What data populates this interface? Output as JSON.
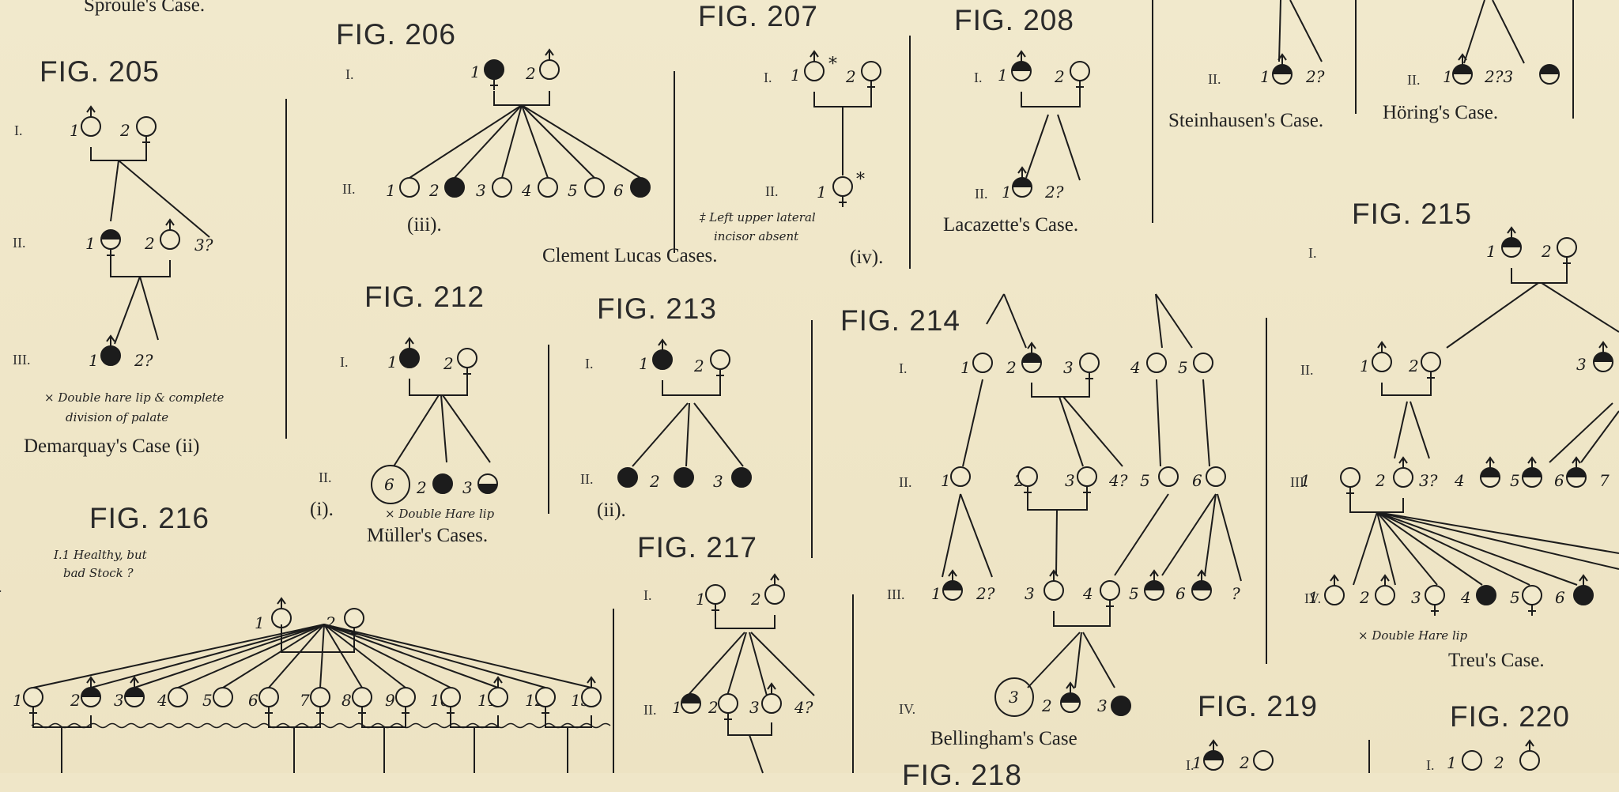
{
  "figures": [
    {
      "key": "f205",
      "title": "FIG. 205",
      "caption": "Demarquay's Case (ii)",
      "notes": [
        "× Double hare lip & complete",
        "division of palate"
      ]
    },
    {
      "key": "f206",
      "title": "FIG. 206",
      "sub": "(iii)."
    },
    {
      "key": "f207",
      "title": "FIG. 207",
      "sub": "(iv).",
      "notes": [
        "‡ Left upper lateral",
        "incisor absent"
      ]
    },
    {
      "key": "f208",
      "title": "FIG. 208",
      "caption": "Lacazette's Case."
    },
    {
      "key": "f212",
      "title": "FIG. 212",
      "sub": "(i).",
      "notes": [
        "× Double Hare lip"
      ]
    },
    {
      "key": "f213",
      "title": "FIG. 213",
      "sub": "(ii)."
    },
    {
      "key": "f214",
      "title": "FIG. 214",
      "caption": "Bellingham's Case"
    },
    {
      "key": "f215",
      "title": "FIG. 215",
      "caption": "Treu's Case.",
      "notes": [
        "× Double Hare lip"
      ]
    },
    {
      "key": "f216",
      "title": "FIG. 216",
      "notes": [
        "I.1 Healthy, but",
        "bad Stock ?"
      ]
    },
    {
      "key": "f217",
      "title": "FIG. 217"
    },
    {
      "key": "f218",
      "title": "FIG. 218"
    },
    {
      "key": "f219",
      "title": "FIG. 219"
    },
    {
      "key": "f220",
      "title": "FIG. 220"
    }
  ],
  "other_captions": {
    "sproule": "Sproule's Case.",
    "clement": "Clement Lucas Cases.",
    "muller": "Müller's Cases.",
    "steinhausen": "Steinhausen's Case.",
    "horing": "Höring's Case."
  },
  "generations": [
    "I.",
    "II.",
    "III.",
    "IV."
  ]
}
